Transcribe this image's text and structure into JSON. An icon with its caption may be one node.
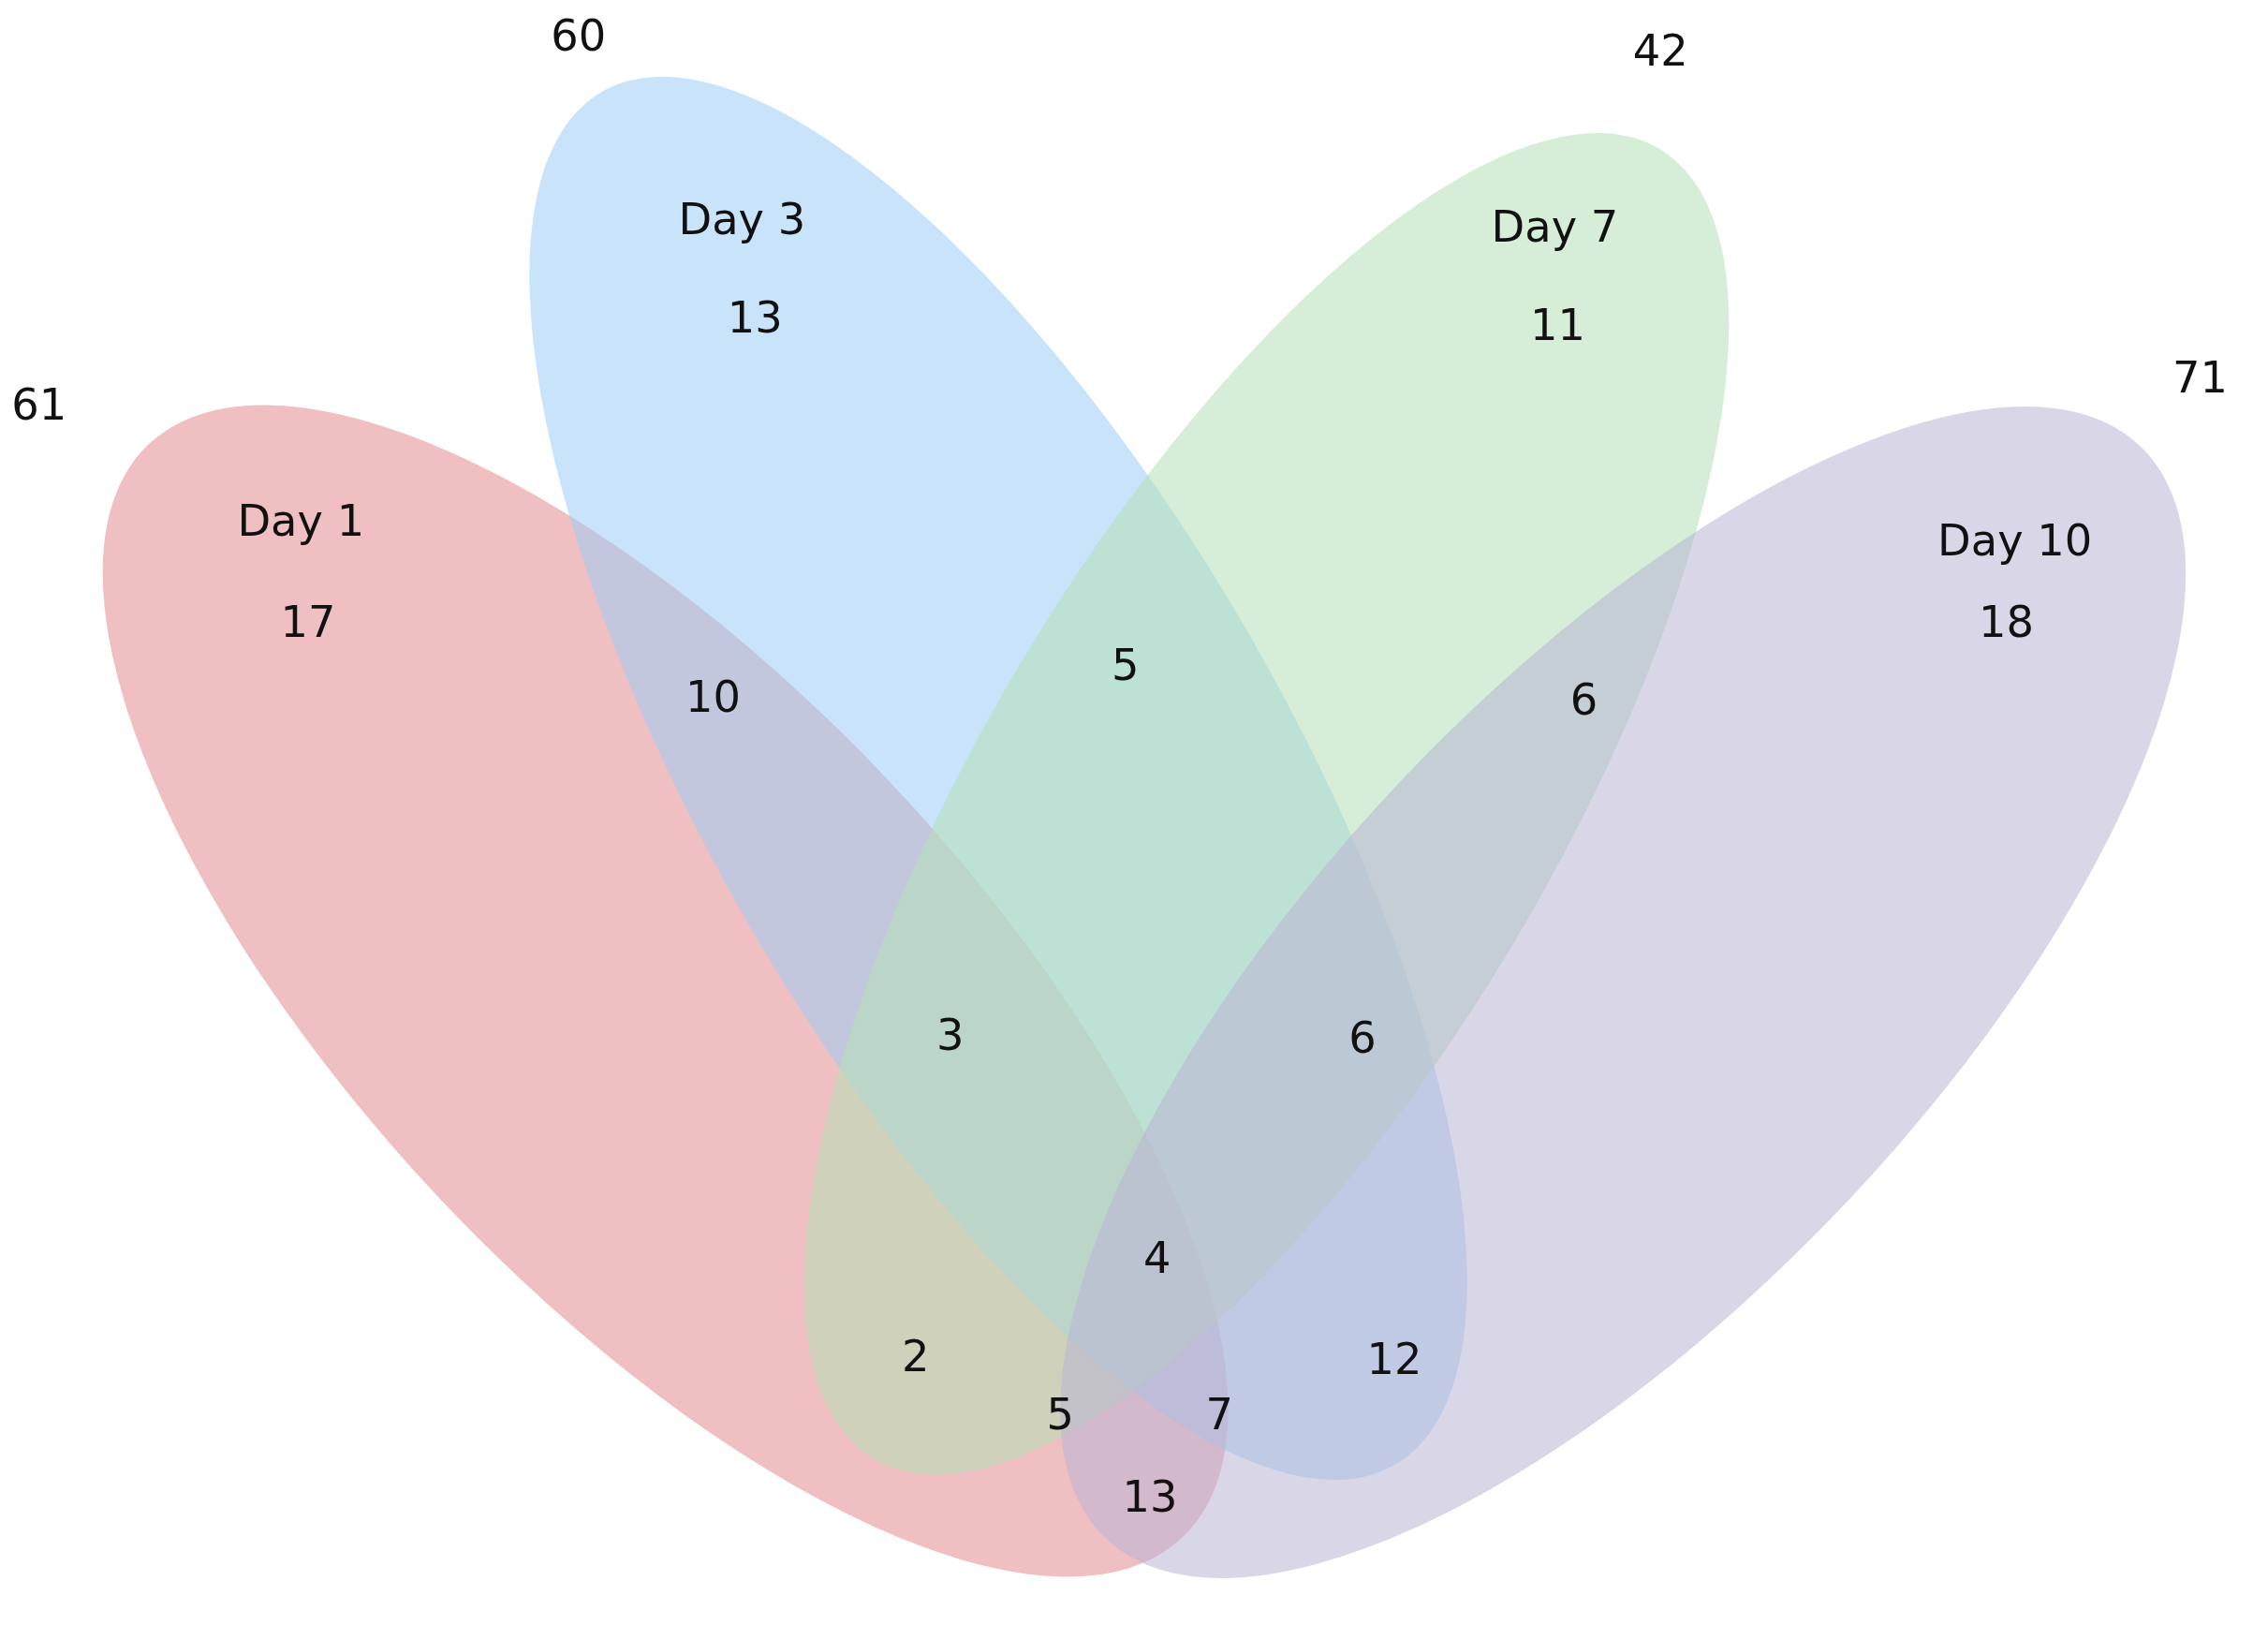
{
  "diagram": {
    "nodes": [
      {
        "text": [
          "Day 1"
        ],
        "beside": [
          "61"
        ]
      },
      {
        "text": [
          "Day 3"
        ],
        "beside": [
          "60"
        ]
      },
      {
        "text": [
          "Day 7"
        ],
        "beside": [
          "42"
        ]
      },
      {
        "text": [
          "Day 10"
        ],
        "beside": [
          "71"
        ]
      }
    ],
    "labels": [
      "13",
      "11",
      "17",
      "18",
      "5",
      "10",
      "6",
      "3",
      "6",
      "4",
      "2",
      "12",
      "5",
      "7",
      "13"
    ]
  }
}
